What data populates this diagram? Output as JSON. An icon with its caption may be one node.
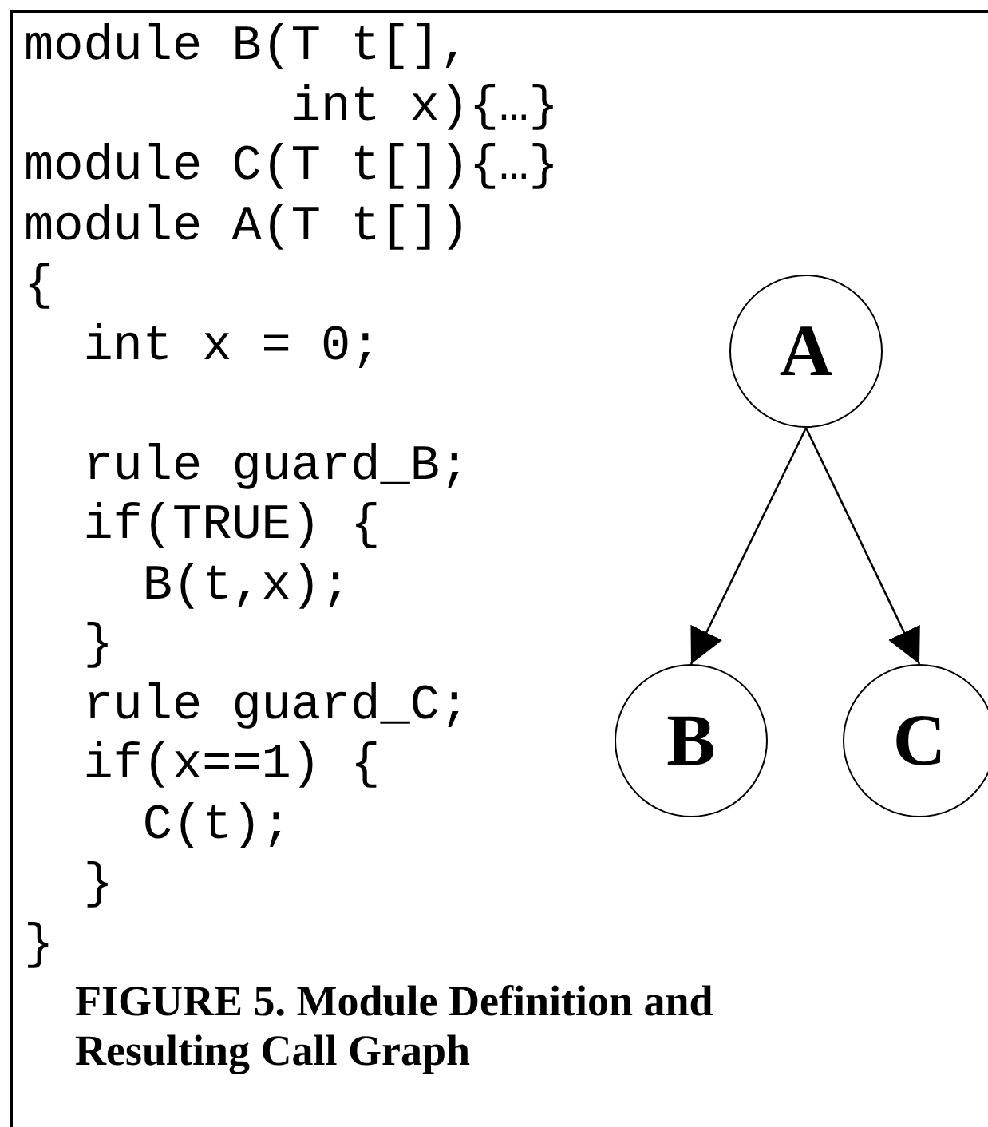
{
  "diagram": {
    "caption": "FIGURE 5. Module Definition and Resulting Call Graph",
    "nodes": [
      {
        "text": [
          "A"
        ]
      },
      {
        "text": [
          "B"
        ]
      },
      {
        "text": [
          "C"
        ]
      }
    ],
    "edges": [
      {
        "from": 0,
        "to": 1,
        "arrow": "to"
      },
      {
        "from": 0,
        "to": 2,
        "arrow": "to"
      }
    ],
    "labels": [
      "module B(T t[],",
      "int x){…}",
      "module C(T t[]){…}",
      "module A(T t[])",
      "{",
      "int x = 0;",
      "rule guard_B;",
      "if(TRUE) {",
      "B(t,x);",
      "}",
      "rule guard_C;",
      "if(x==1) {",
      "C(t);",
      "}",
      "}"
    ]
  }
}
